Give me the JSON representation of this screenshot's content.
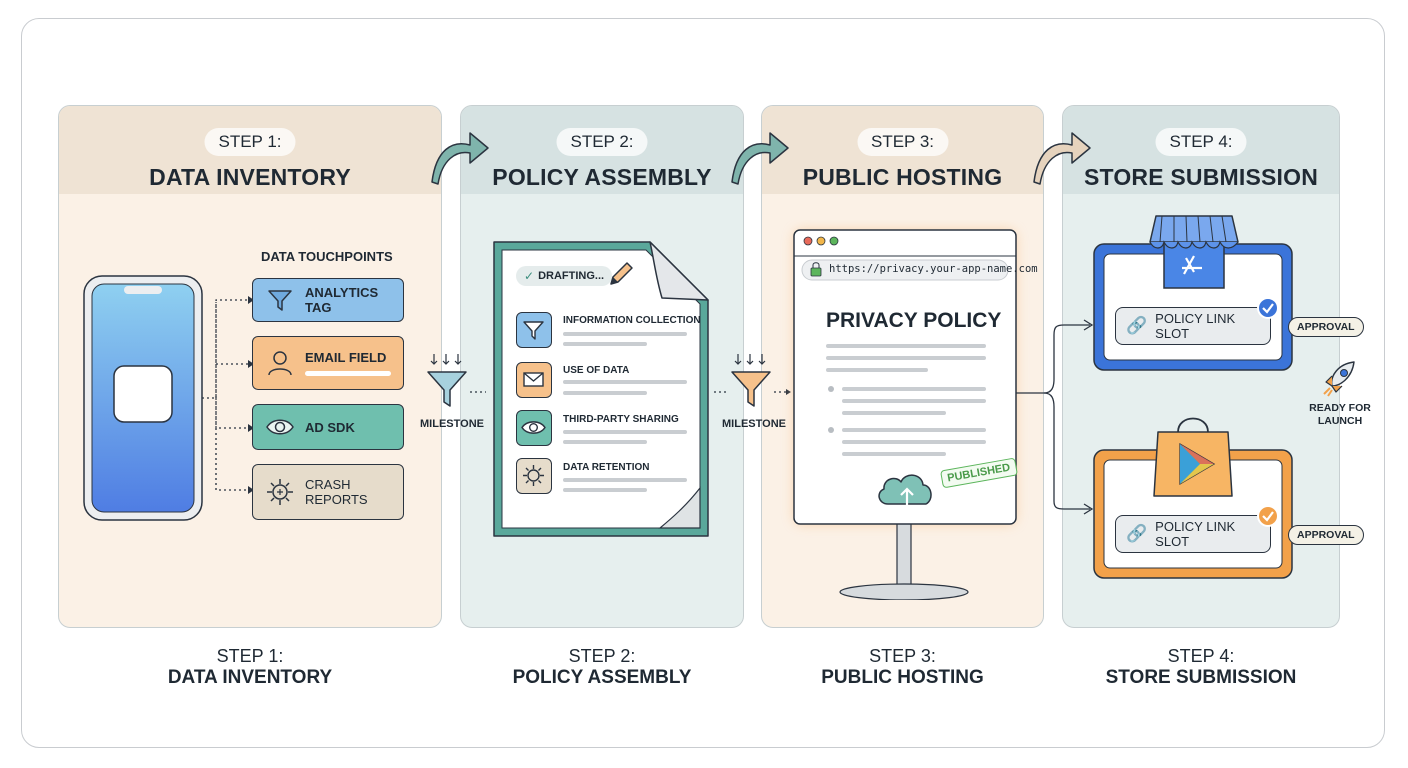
{
  "steps": [
    {
      "label": "STEP 1:",
      "title": "DATA INVENTORY"
    },
    {
      "label": "STEP 2:",
      "title": "POLICY ASSEMBLY"
    },
    {
      "label": "STEP 3:",
      "title": "PUBLIC HOSTING"
    },
    {
      "label": "STEP 4:",
      "title": "STORE SUBMISSION"
    }
  ],
  "inventory": {
    "heading": "DATA TOUCHPOINTS",
    "touchpoints": [
      "ANALYTICS TAG",
      "EMAIL FIELD",
      "AD SDK",
      "CRASH\nREPORTS"
    ]
  },
  "milestones": [
    "MILESTONE",
    "MILESTONE"
  ],
  "policy_doc": {
    "status": "DRAFTING...",
    "sections": [
      "INFORMATION COLLECTION",
      "USE OF DATA",
      "THIRD-PARTY SHARING",
      "DATA RETENTION"
    ]
  },
  "hosting": {
    "url": "https://privacy.your-app-name.com",
    "title": "PRIVACY POLICY",
    "stamp": "PUBLISHED"
  },
  "submission": {
    "slots": [
      "POLICY LINK SLOT",
      "POLICY LINK SLOT"
    ],
    "approvals": [
      "APPROVAL",
      "APPROVAL"
    ],
    "launch": "READY FOR\nLAUNCH"
  },
  "colors": {
    "analytics": "#8ec1ea",
    "email": "#f6c18b",
    "adsdk": "#6fbfae",
    "crash": "#e6dccb",
    "teal": "#5aa89b",
    "orange": "#f2a14a",
    "blue": "#3b74d9"
  }
}
